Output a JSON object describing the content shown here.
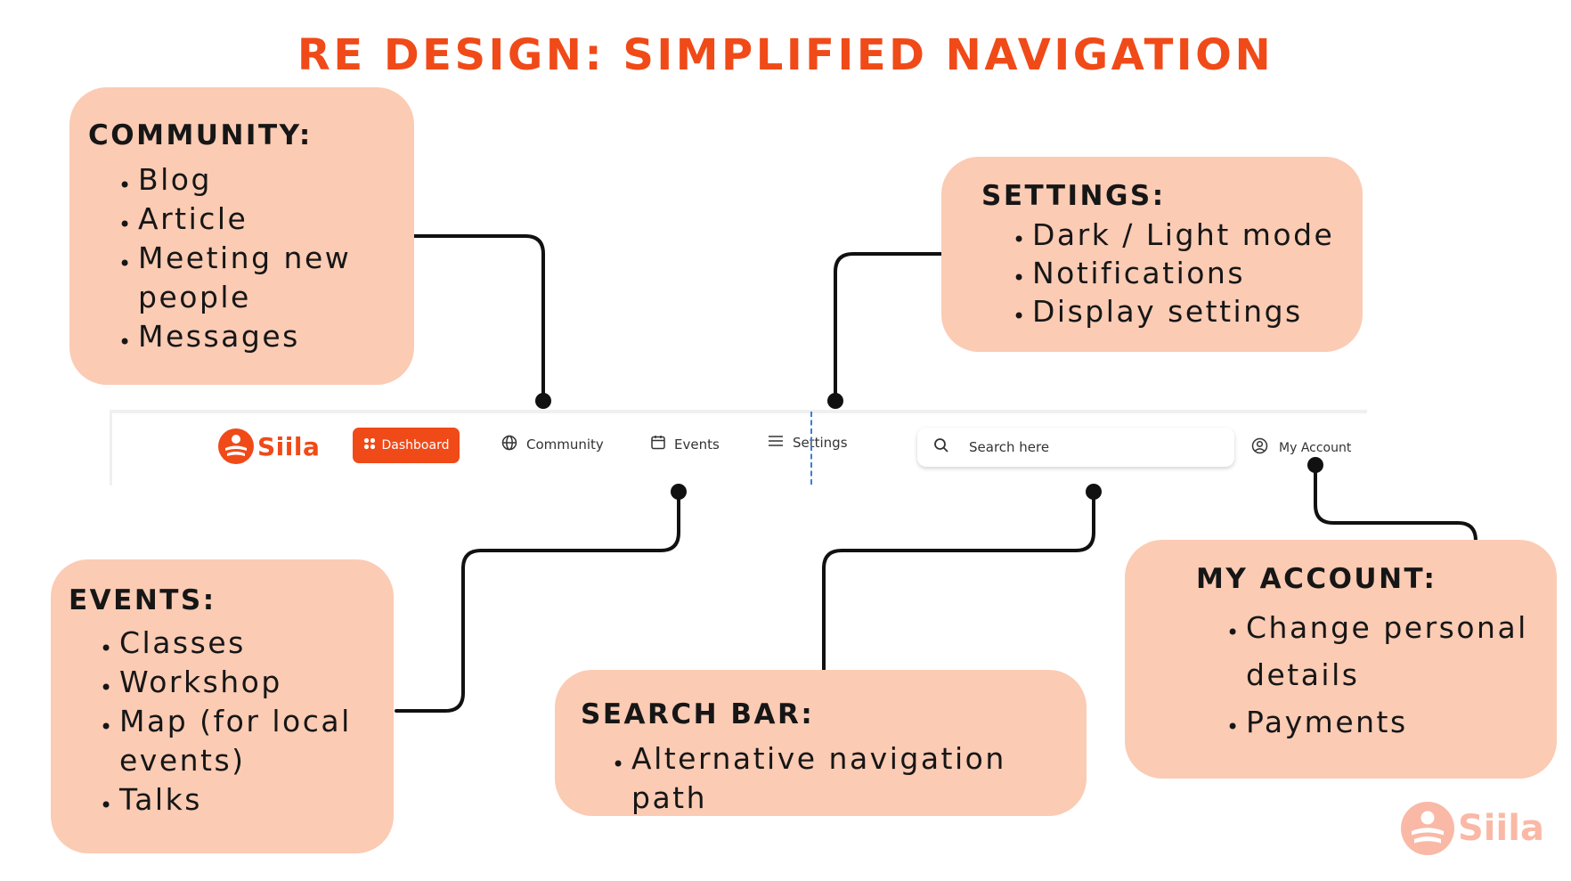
{
  "title": "RE DESIGN: SIMPLIFIED NAVIGATION",
  "colors": {
    "accent": "#f04a18",
    "box_fill": "#fbcbb4",
    "connector": "#111111"
  },
  "callouts": {
    "community": {
      "heading": "COMMUNITY:",
      "items": [
        "Blog",
        "Article",
        "Meeting new people",
        "Messages"
      ]
    },
    "settings": {
      "heading": "SETTINGS:",
      "items": [
        "Dark / Light mode",
        "Notifications",
        "Display settings"
      ]
    },
    "events": {
      "heading": "EVENTS:",
      "items": [
        "Classes",
        "Workshop",
        "Map (for local events)",
        "Talks"
      ]
    },
    "search_bar": {
      "heading": "SEARCH BAR:",
      "items": [
        "Alternative navigation path"
      ]
    },
    "my_account": {
      "heading": "MY ACCOUNT:",
      "items": [
        "Change personal details",
        "Payments"
      ]
    }
  },
  "navbar": {
    "logo_text": "Siila",
    "dashboard_label": "Dashboard",
    "community_label": "Community",
    "events_label": "Events",
    "settings_label": "Settings",
    "search_placeholder": "Search here",
    "account_label": "My Account",
    "icons": [
      "dashboard-grid-icon",
      "globe-icon",
      "calendar-icon",
      "menu-icon",
      "search-icon",
      "user-circle-icon"
    ]
  },
  "watermark_text": "Siila"
}
